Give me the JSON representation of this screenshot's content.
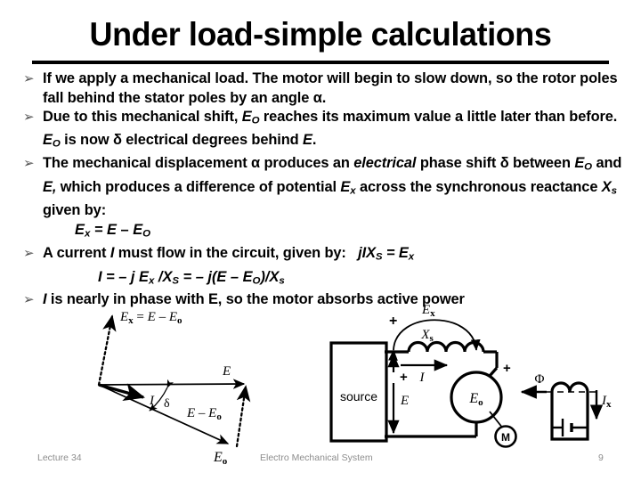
{
  "slide": {
    "title": "Under load-simple calculations",
    "number": "9"
  },
  "bullets": [
    {
      "marker": "➢",
      "lines": [
        "If we apply a mechanical load. The motor will begin to slow down,",
        "so the rotor poles fall behind the stator poles by an angle α."
      ],
      "plain": "If we apply a mechanical load. The motor will begin to slow down, so the rotor poles fall behind the stator poles by an angle α."
    },
    {
      "marker": "➢",
      "lines": [
        "Due to this mechanical shift, E_O reaches its maximum value a little",
        "later than before. E_O is now δ electrical degrees behind E."
      ],
      "plain": "Due to this mechanical shift, EO reaches its maximum value a little later than before. EO is now δ electrical degrees behind E."
    },
    {
      "marker": "➢",
      "lines": [
        "The mechanical displacement α produces an electrical phase shift",
        "δ between E_O and E, which  produces a difference of potential E_x",
        "across the synchronous reactance X_s given by:"
      ],
      "plain": "The mechanical displacement α produces an electrical phase shift δ between EO and E, which produces a difference of potential Ex across the synchronous reactance Xs given by:"
    },
    {
      "marker": "➢",
      "lines": [
        "A current I must flow in the circuit, given by:   jIX_S = E_x"
      ],
      "plain": "A current I must flow in the circuit, given by:  jIXS = Ex"
    },
    {
      "marker": "➢",
      "lines": [
        "I is nearly in phase with E, so the motor absorbs active power"
      ],
      "plain": "I is nearly in phase with E, so the motor absorbs active power"
    }
  ],
  "equations": {
    "eq1": "Ex = E – EO",
    "eq2": "I = – j Ex /XS = – j(E – EO)/Xs",
    "eq_inline_current": "jIXS = Ex"
  },
  "phasor_diagram": {
    "caption": "Ex = E – Eo",
    "labels": {
      "ex": "E",
      "ex_sub": "x",
      "e": "E",
      "i": "I",
      "delta": "δ",
      "e_minus_eo": "E – E",
      "e_minus_eo_sub": "o",
      "eo": "E",
      "eo_sub": "o",
      "equals": "=",
      "minus": "–"
    }
  },
  "circuit_diagram": {
    "source_label": "source",
    "labels": {
      "ex": "E",
      "ex_sub": "x",
      "xs": "X",
      "xs_sub": "s",
      "i": "I",
      "e": "E",
      "eo": "E",
      "eo_sub": "o",
      "motor": "M",
      "phi": "Φ",
      "ix": "I",
      "ix_sub": "x",
      "plus": "+"
    }
  },
  "footer": {
    "left": "Lecture 34",
    "center": "Electro Mechanical System",
    "page": "9"
  },
  "colors": {
    "text": "#000000",
    "footer": "#8d8d8d",
    "background": "#ffffff"
  }
}
